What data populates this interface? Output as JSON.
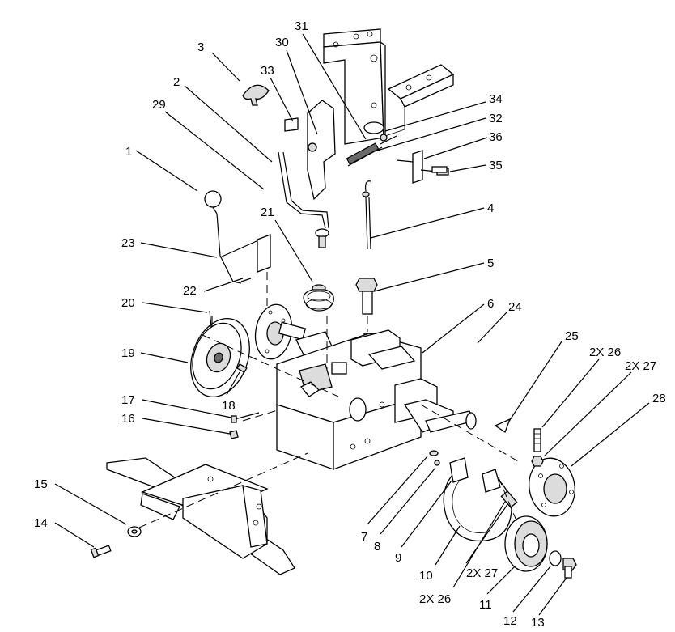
{
  "callouts": [
    {
      "id": "1",
      "text": "1"
    },
    {
      "id": "2",
      "text": "2"
    },
    {
      "id": "3",
      "text": "3"
    },
    {
      "id": "4",
      "text": "4"
    },
    {
      "id": "5",
      "text": "5"
    },
    {
      "id": "6",
      "text": "6"
    },
    {
      "id": "7",
      "text": "7"
    },
    {
      "id": "8",
      "text": "8"
    },
    {
      "id": "9",
      "text": "9"
    },
    {
      "id": "10",
      "text": "10"
    },
    {
      "id": "11",
      "text": "11"
    },
    {
      "id": "12",
      "text": "12"
    },
    {
      "id": "13",
      "text": "13"
    },
    {
      "id": "14",
      "text": "14"
    },
    {
      "id": "15",
      "text": "15"
    },
    {
      "id": "16",
      "text": "16"
    },
    {
      "id": "17",
      "text": "17"
    },
    {
      "id": "18",
      "text": "18"
    },
    {
      "id": "19",
      "text": "19"
    },
    {
      "id": "20",
      "text": "20"
    },
    {
      "id": "21",
      "text": "21"
    },
    {
      "id": "22",
      "text": "22"
    },
    {
      "id": "23",
      "text": "23"
    },
    {
      "id": "24",
      "text": "24"
    },
    {
      "id": "25",
      "text": "25"
    },
    {
      "id": "26a",
      "text": "2X 26"
    },
    {
      "id": "27a",
      "text": "2X 27"
    },
    {
      "id": "28",
      "text": "28"
    },
    {
      "id": "29",
      "text": "29"
    },
    {
      "id": "30",
      "text": "30"
    },
    {
      "id": "31",
      "text": "31"
    },
    {
      "id": "32",
      "text": "32"
    },
    {
      "id": "33",
      "text": "33"
    },
    {
      "id": "34",
      "text": "34"
    },
    {
      "id": "35",
      "text": "35"
    },
    {
      "id": "36",
      "text": "36"
    },
    {
      "id": "27b",
      "text": "2X 27"
    },
    {
      "id": "26b",
      "text": "2X 26"
    }
  ]
}
